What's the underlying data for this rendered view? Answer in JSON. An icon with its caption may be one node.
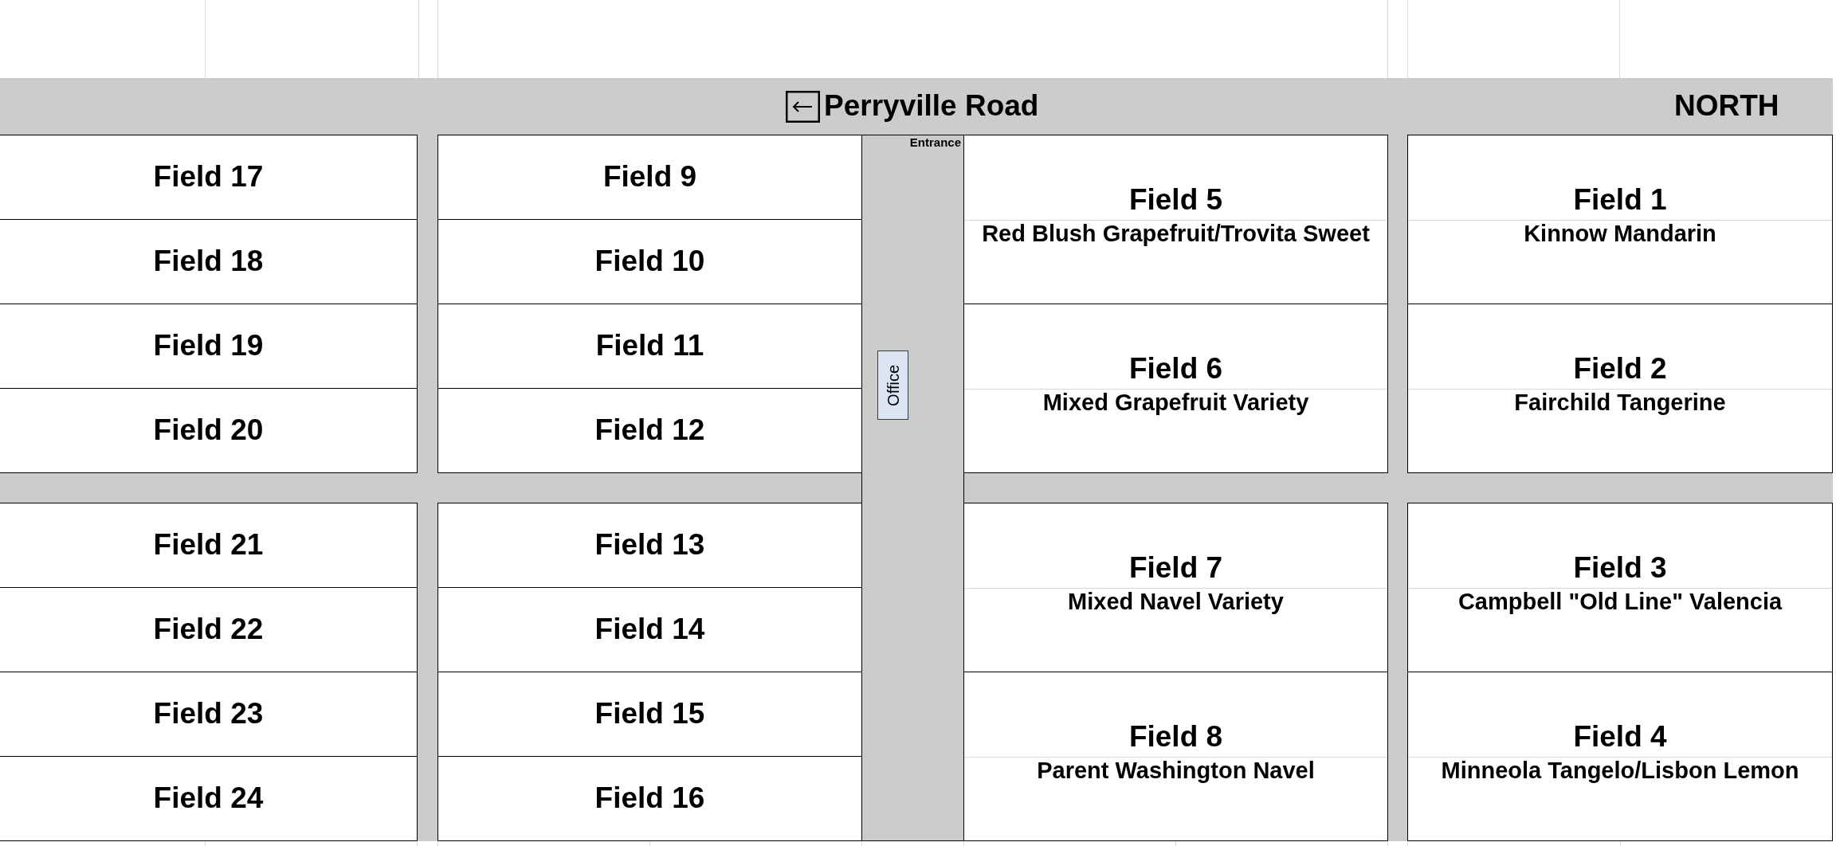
{
  "diagram": {
    "nodes": [
      {
        "text": [
          "Perryville Road",
          "NORTH"
        ]
      },
      {
        "text": [
          "Field 17"
        ]
      },
      {
        "text": [
          "Field 9"
        ]
      },
      {
        "text": [
          "Entrance"
        ]
      },
      {
        "text": [
          "Office"
        ],
        "in": 3
      },
      {
        "text": [
          "Field 5",
          "Red Blush Grapefruit/Trovita Sweet"
        ]
      },
      {
        "text": [
          "Field 1",
          "Kinnow Mandarin"
        ]
      },
      {
        "text": [
          "Field 18"
        ]
      },
      {
        "text": [
          "Field 10"
        ]
      },
      {
        "text": [
          "Field 19"
        ]
      },
      {
        "text": [
          "Field 11"
        ]
      },
      {
        "text": [
          "Field 6",
          "Mixed Grapefruit Variety"
        ]
      },
      {
        "text": [
          "Field 2",
          "Fairchild Tangerine"
        ]
      },
      {
        "text": [
          "Field 20"
        ]
      },
      {
        "text": [
          "Field 12"
        ]
      },
      {
        "text": [
          "Field 21"
        ]
      },
      {
        "text": [
          "Field 13"
        ]
      },
      {
        "text": [
          "Field 7",
          "Mixed Navel Variety"
        ]
      },
      {
        "text": [
          "Field 3",
          "Campbell \"Old Line\" Valencia"
        ]
      },
      {
        "text": [
          "Field 22"
        ]
      },
      {
        "text": [
          "Field 14"
        ]
      },
      {
        "text": [
          "Field 23"
        ]
      },
      {
        "text": [
          "Field 15"
        ]
      },
      {
        "text": [
          "Field 8",
          "Parent Washington Navel"
        ]
      },
      {
        "text": [
          "Field 4",
          "Minneola Tangelo/Lisbon Lemon"
        ]
      },
      {
        "text": [
          "Field 24"
        ]
      },
      {
        "text": [
          "Field 16"
        ]
      }
    ]
  }
}
